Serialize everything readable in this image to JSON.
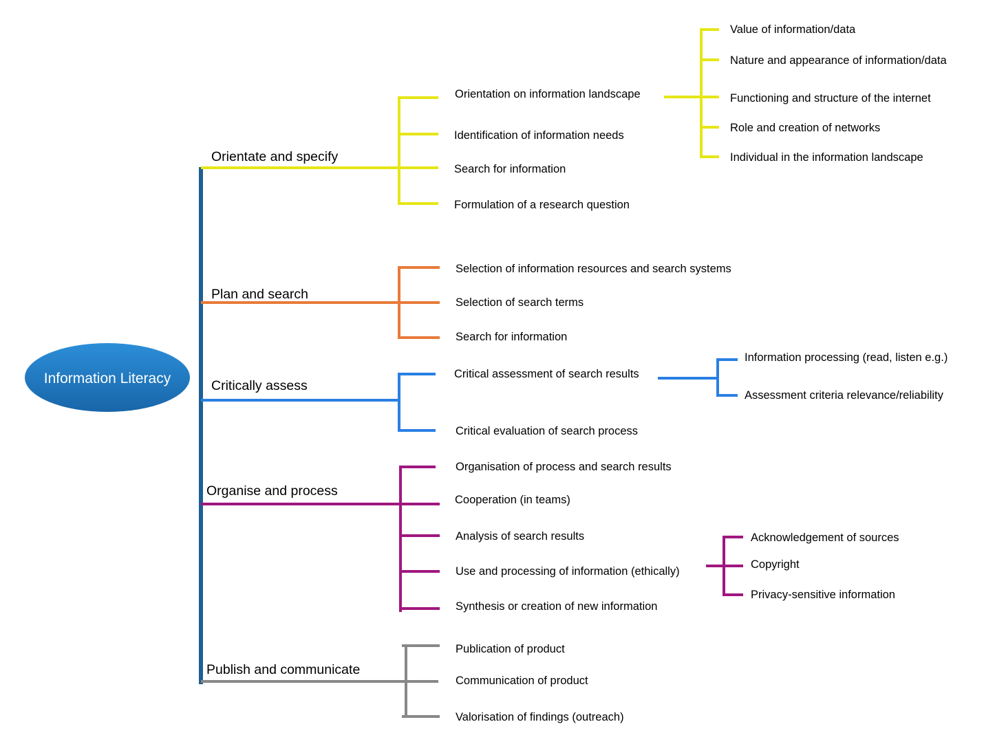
{
  "colors": {
    "trunk": "#1f5f93",
    "orientate": "#e6e617",
    "plan": "#e87b3b",
    "assess": "#2a7fe3",
    "organise": "#a0177f",
    "publish": "#888888",
    "root_fill_top": "#2c8ed8",
    "root_fill_bottom": "#1866a9"
  },
  "root": {
    "label": "Information Literacy"
  },
  "branches": {
    "orientate": {
      "label": "Orientate and specify",
      "items": [
        "Orientation on information landscape",
        "Identification of information needs",
        "Search for information",
        "Formulation of a research question"
      ],
      "sub": [
        "Value of information/data",
        "Nature and appearance of information/data",
        "Functioning and structure of the internet",
        "Role and creation of networks",
        "Individual in the information landscape"
      ]
    },
    "plan": {
      "label": "Plan and search",
      "items": [
        "Selection of information resources and search systems",
        "Selection of search terms",
        "Search for information"
      ]
    },
    "assess": {
      "label": "Critically assess",
      "items": [
        "Critical assessment of search results",
        "Critical evaluation of search process"
      ],
      "sub": [
        "Information processing (read, listen e.g.)",
        "Assessment criteria relevance/reliability"
      ]
    },
    "organise": {
      "label": "Organise and process",
      "items": [
        "Organisation of process and search results",
        "Cooperation (in teams)",
        "Analysis of search results",
        "Use and processing of information (ethically)",
        "Synthesis or creation of new information"
      ],
      "sub": [
        "Acknowledgement of sources",
        "Copyright",
        "Privacy-sensitive information"
      ]
    },
    "publish": {
      "label": "Publish and communicate",
      "items": [
        "Publication of product",
        "Communication of product",
        "Valorisation of findings (outreach)"
      ]
    }
  }
}
